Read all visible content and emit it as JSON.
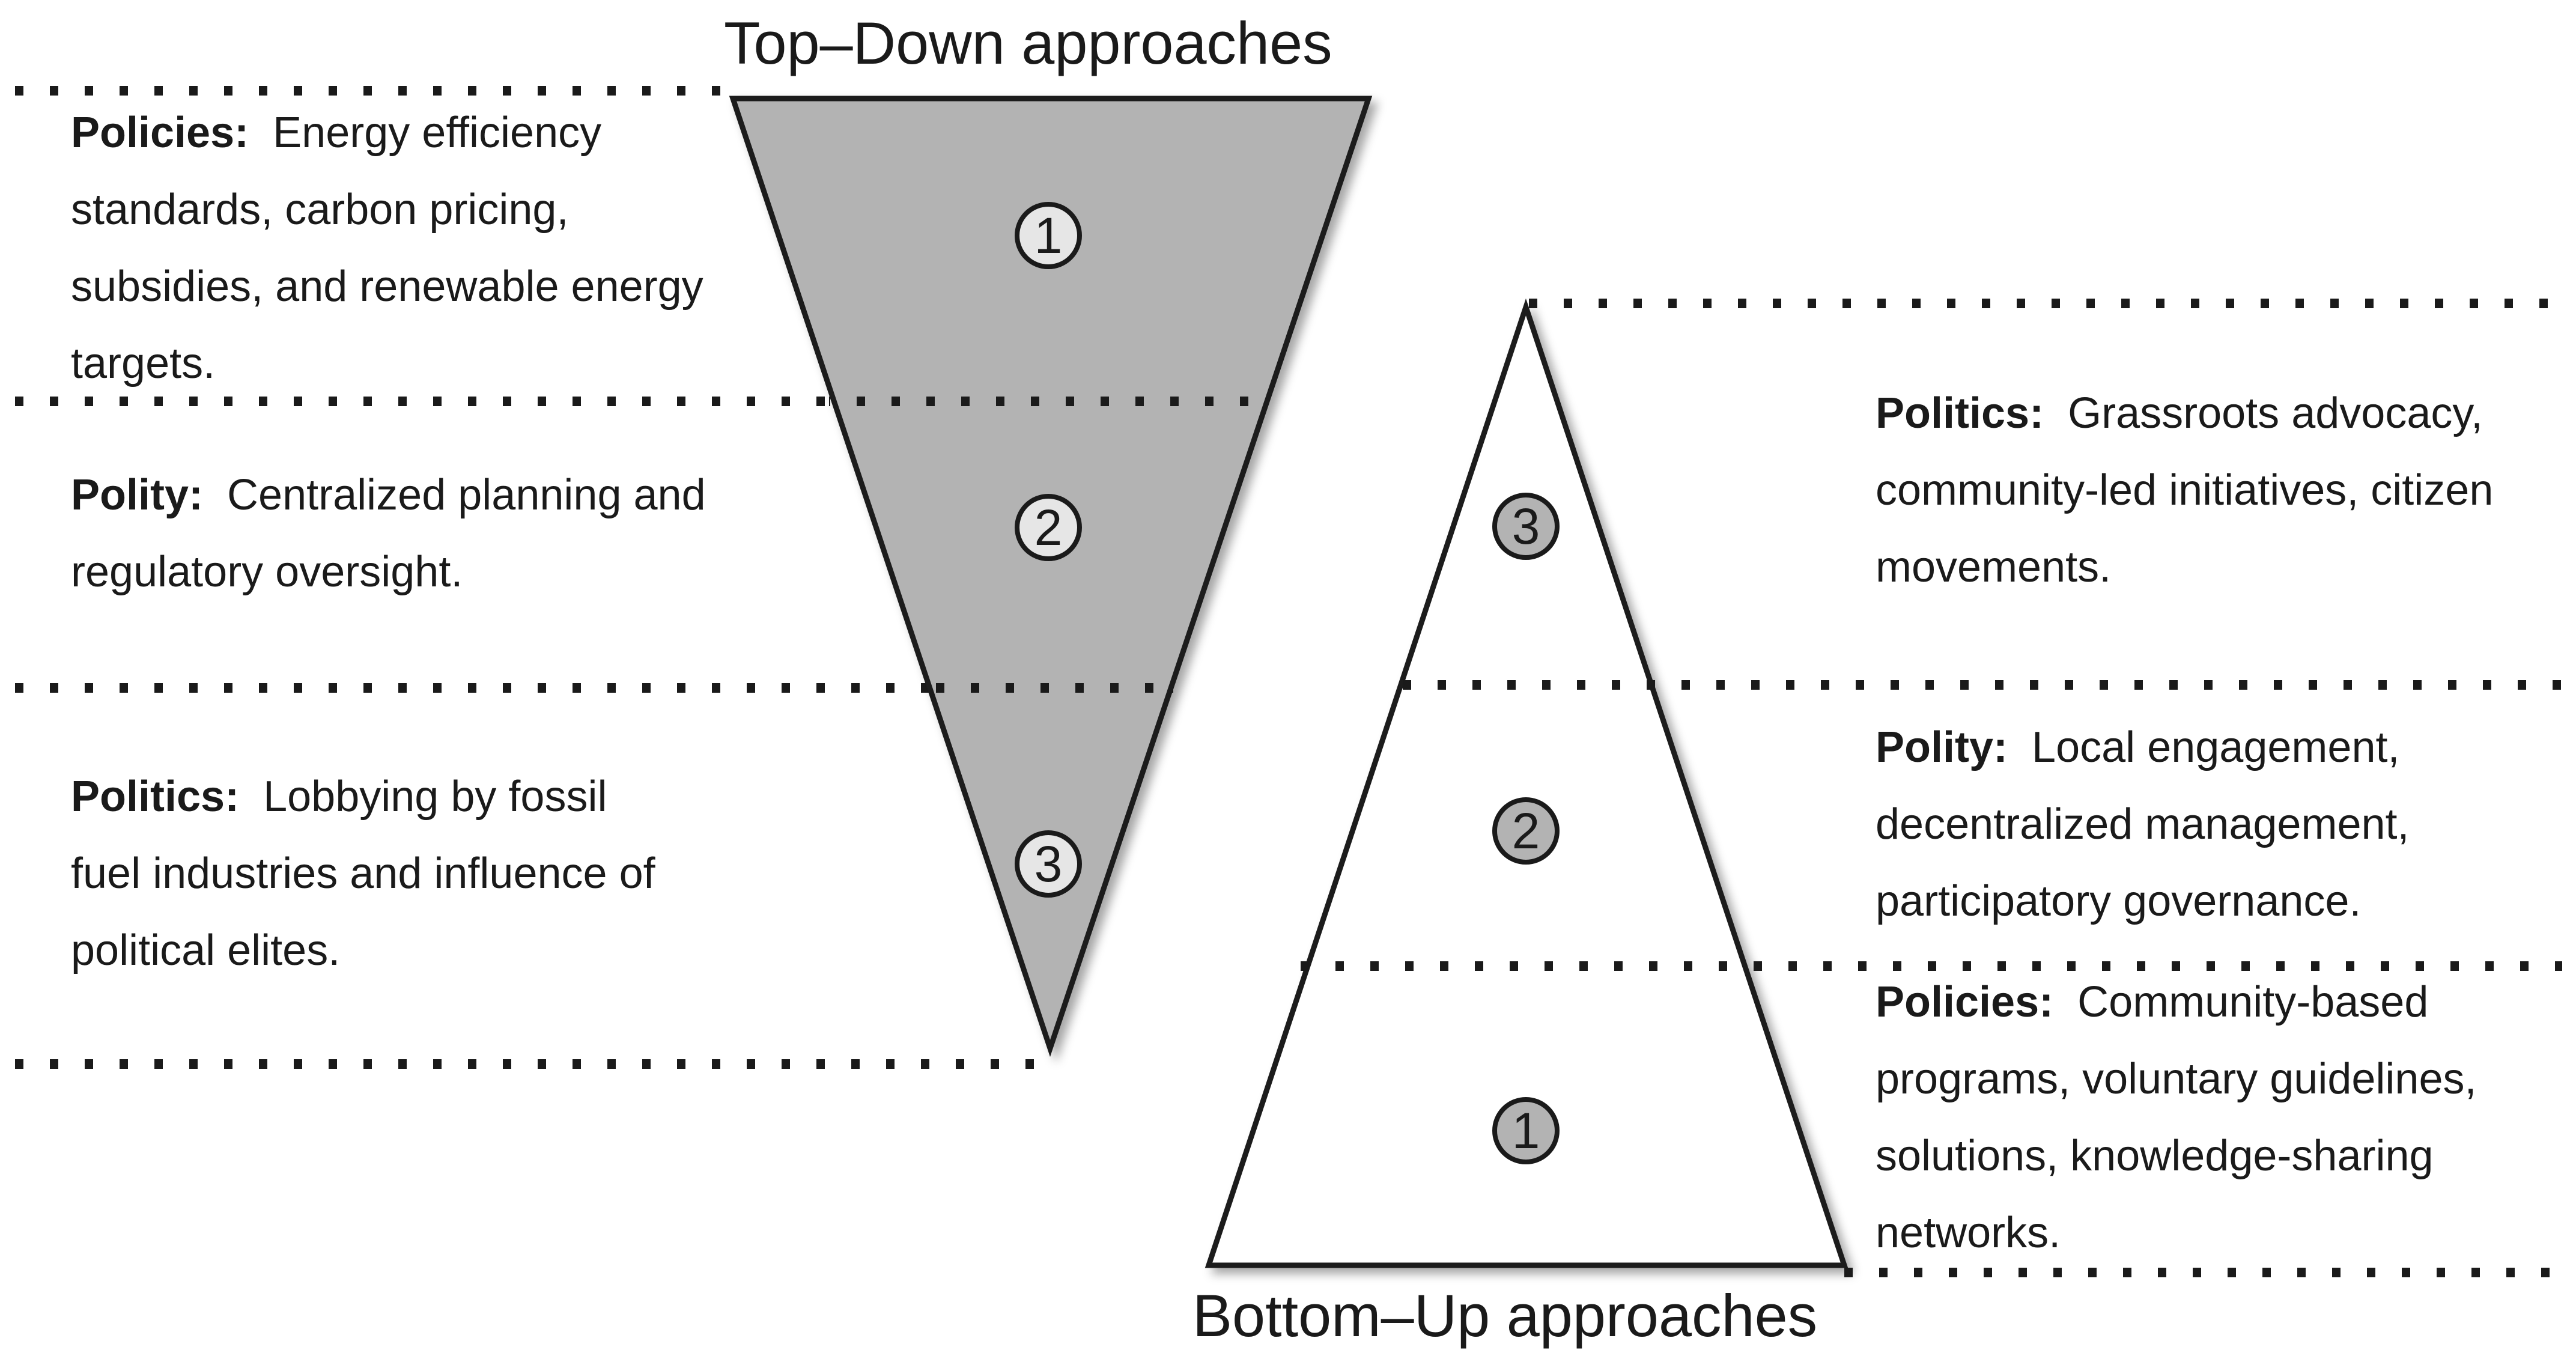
{
  "top_down": {
    "title": "Top–Down approaches",
    "fill": "#b3b3b3",
    "levels": [
      {
        "number": "1",
        "heading": "Policies:",
        "text": "Energy efficiency standards, carbon pricing, subsidies, and renewable energy targets."
      },
      {
        "number": "2",
        "heading": "Polity:",
        "text": "Centralized planning and regulatory oversight."
      },
      {
        "number": "3",
        "heading": "Politics:",
        "text": "Lobbying by fossil fuel industries and influence of political elites."
      }
    ]
  },
  "bottom_up": {
    "title": "Bottom–Up approaches",
    "fill": "#ffffff",
    "levels": [
      {
        "number": "3",
        "heading": "Politics:",
        "text": "Grassroots advocacy, community-led initiatives, citizen movements."
      },
      {
        "number": "2",
        "heading": "Polity:",
        "text": "Local engagement, decentralized management, participatory governance."
      },
      {
        "number": "1",
        "heading": "Policies:",
        "text": "Community-based programs, voluntary guidelines, solutions, knowledge-sharing networks."
      }
    ]
  },
  "colors": {
    "outline": "#1a1a1a",
    "circle_fill_top": "#e6e6e6",
    "circle_fill_bottom": "#b3b3b3"
  }
}
